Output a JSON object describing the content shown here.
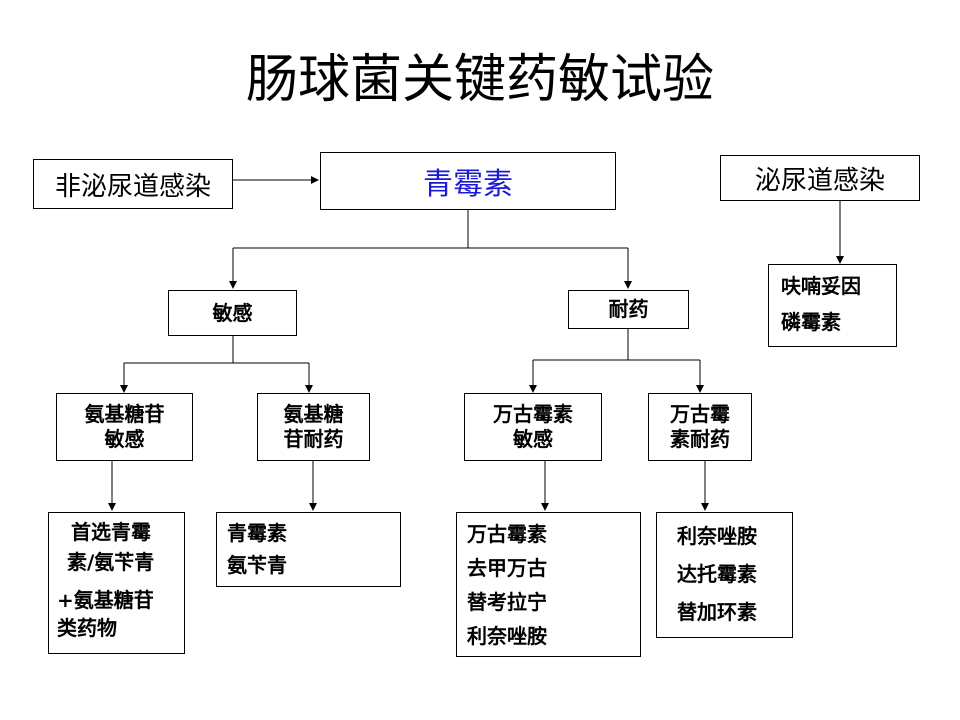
{
  "title": "肠球菌关键药敏试验",
  "colors": {
    "root_text": "#1a1ad6",
    "line": "#000000"
  },
  "nodes": {
    "non_uti": "非泌尿道感染",
    "root": "青霉素",
    "uti": "泌尿道感染",
    "uti_drugs": [
      "呋喃妥因",
      "磷霉素"
    ],
    "sensitive": "敏感",
    "resistant": "耐药",
    "amino_sensitive": [
      "氨基糖苷",
      "敏感"
    ],
    "amino_resistant": [
      "氨基糖",
      "苷耐药"
    ],
    "vanco_sensitive": [
      "万古霉素",
      "敏感"
    ],
    "vanco_resistant": [
      "万古霉",
      "素耐药"
    ],
    "amino_sensitive_rx": [
      "首选青霉",
      "素/氨苄青",
      "+氨基糖苷",
      "类药物"
    ],
    "amino_resistant_rx": [
      "青霉素",
      "氨苄青"
    ],
    "vanco_sensitive_rx": [
      "万古霉素",
      "去甲万古",
      "替考拉宁",
      "利奈唑胺"
    ],
    "vanco_resistant_rx": [
      "利奈唑胺",
      "达托霉素",
      "替加环素"
    ]
  }
}
